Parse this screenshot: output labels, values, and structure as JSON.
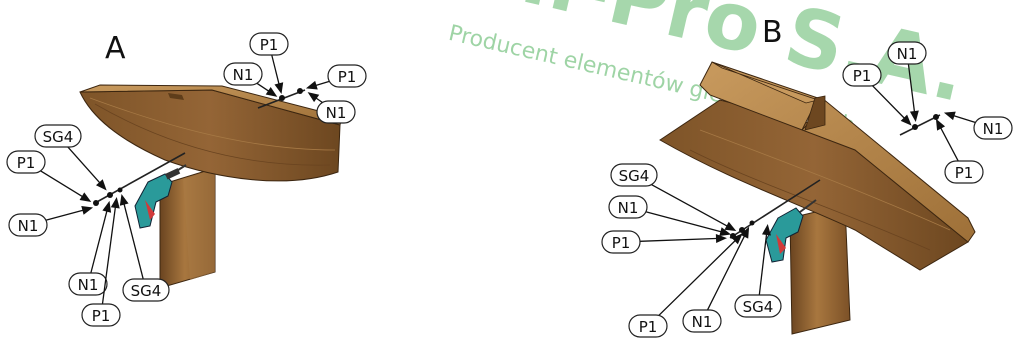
{
  "watermark": {
    "brand": "Gram-Pro S.A.",
    "tagline": "Producent elementów gięto-klejonych"
  },
  "panels": {
    "a": {
      "label": "A",
      "callouts": [
        "P1",
        "N1",
        "P1",
        "N1",
        "SG4",
        "P1",
        "N1",
        "N1",
        "SG4",
        "P1"
      ]
    },
    "b": {
      "label": "B",
      "callouts": [
        "N1",
        "P1",
        "N1",
        "P1",
        "SG4",
        "N1",
        "P1",
        "P1",
        "N1",
        "SG4"
      ]
    }
  },
  "colors": {
    "wood_light": "#b98a4e",
    "wood_mid": "#8a5f2e",
    "wood_dark": "#5e3d1a",
    "drill_body": "#2a9a9a",
    "drill_trigger": "#d23a3a",
    "watermark": "#5fb86a"
  }
}
